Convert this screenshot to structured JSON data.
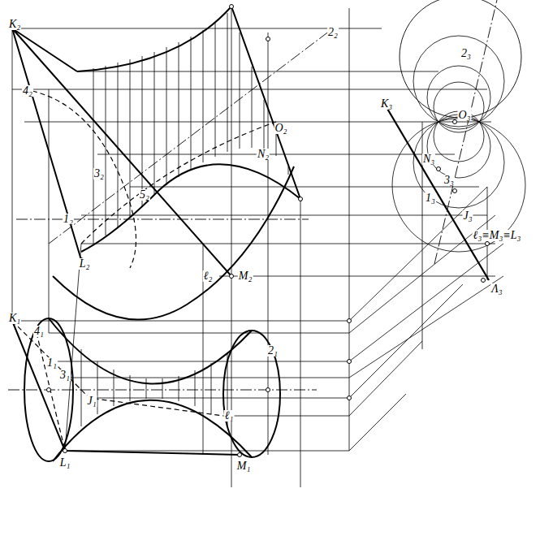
{
  "diagram": {
    "labels": [
      "K₂",
      "2₂",
      "K₃",
      "2₃",
      "4₂",
      "O₂",
      "N₂",
      "O₃",
      "N₃",
      "3₂",
      "5₂",
      "3₃",
      "1₃",
      "J₃",
      "ℓ₃≡M₃≡L₃",
      "1₂",
      "L₂",
      "ℓ₂",
      "M₂",
      "Λ₃",
      "K₁",
      "4₁",
      "1₁",
      "3₁",
      "2₁",
      "J₁",
      "ℓ₁",
      "L₁",
      "M₁"
    ]
  }
}
